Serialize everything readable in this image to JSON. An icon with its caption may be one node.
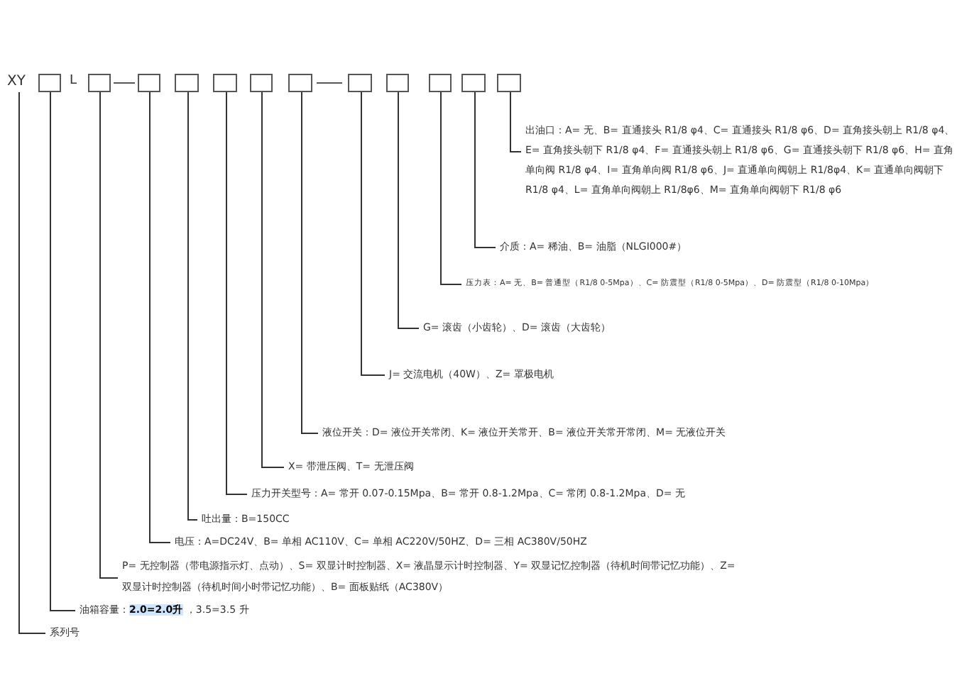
{
  "diagram": {
    "nodes": [
      {
        "text": [
          "XY"
        ]
      },
      {
        "text": [],
        "shape": "box"
      },
      {
        "text": [],
        "shape": "box"
      },
      {
        "text": [],
        "shape": "box"
      },
      {
        "text": [],
        "shape": "box"
      },
      {
        "text": [],
        "shape": "box"
      },
      {
        "text": [],
        "shape": "box"
      },
      {
        "text": [],
        "shape": "box"
      },
      {
        "text": [],
        "shape": "box"
      },
      {
        "text": [],
        "shape": "box"
      },
      {
        "text": [],
        "shape": "box"
      },
      {
        "text": [],
        "shape": "box"
      },
      {
        "text": [],
        "shape": "box"
      },
      {
        "text": [
          "出油口：A= 无、B= 直通接头 R1/8 φ4、C= 直通接头 R1/8 φ6、D= 直角接头朝上 R1/8 φ4、E= 直角接头朝下 R1/8 φ4、F= 直通接头朝上 R1/8 φ6、G= 直通接头朝下 R1/8 φ6、H= 直角单向阀 R1/8 φ4、I= 直角单向阀 R1/8 φ6、J= 直通单向阀朝上 R1/8φ4、K= 直通单向阀朝下 R1/8 φ4、L= 直角单向阀朝上 R1/8φ6、M= 直角单向阀朝下 R1/8 φ6"
        ]
      },
      {
        "text": [
          "介质：A= 稀油、B= 油脂（NLGI000#）"
        ]
      },
      {
        "text": [
          "压力表：A= 无、B= 普通型（R1/8 0-5Mpa）、C= 防震型（R1/8 0-5Mpa）、D= 防震型（R1/8 0-10Mpa）"
        ]
      },
      {
        "text": [
          "G= 滚齿（小齿轮）、D= 滚齿（大齿轮）"
        ]
      },
      {
        "text": [
          "J= 交流电机（40W）、Z= 罩极电机"
        ]
      },
      {
        "text": [
          "液位开关：D= 液位开关常闭、K= 液位开关常开、B= 液位开关常开常闭、M= 无液位开关"
        ]
      },
      {
        "text": [
          "X= 带泄压阀、T= 无泄压阀"
        ]
      },
      {
        "text": [
          "压力开关型号：A= 常开 0.07-0.15Mpa、B= 常开 0.8-1.2Mpa、C= 常闭 0.8-1.2Mpa、D= 无"
        ]
      },
      {
        "text": [
          "吐出量：B=150CC"
        ]
      },
      {
        "text": [
          "电压：A=DC24V、B= 单相 AC110V、C= 单相 AC220V/50HZ、D= 三相 AC380V/50HZ"
        ]
      },
      {
        "text": [
          "P= 无控制器（带电源指示灯、点动）、S= 双显计时控制器、X= 液晶显示计时控制器、Y= 双显记忆控制器（待机时间带记忆功能）、Z= 双显计时控制器（待机时间小时带记忆功能）、B= 面板贴纸（AC380V）"
        ]
      },
      {
        "text": [
          "油箱容量：**2.0=2.0升** ，3.5=3.5 升"
        ]
      },
      {
        "text": [
          "系列号"
        ]
      }
    ],
    "edges": [
      {
        "from": 12,
        "to": 13,
        "arrow": "none"
      },
      {
        "from": 11,
        "to": 14,
        "arrow": "none"
      },
      {
        "from": 10,
        "to": 15,
        "arrow": "none"
      },
      {
        "from": 9,
        "to": 16,
        "arrow": "none"
      },
      {
        "from": 8,
        "to": 17,
        "arrow": "none"
      },
      {
        "from": 7,
        "to": 18,
        "arrow": "none"
      },
      {
        "from": 6,
        "to": 19,
        "arrow": "none"
      },
      {
        "from": 5,
        "to": 20,
        "arrow": "none"
      },
      {
        "from": 4,
        "to": 21,
        "arrow": "none"
      },
      {
        "from": 3,
        "to": 22,
        "arrow": "none"
      },
      {
        "from": 2,
        "to": 23,
        "arrow": "none"
      },
      {
        "from": 1,
        "to": 24,
        "arrow": "none"
      },
      {
        "from": 0,
        "to": 25,
        "arrow": "none"
      }
    ],
    "labels": [
      "L"
    ]
  }
}
